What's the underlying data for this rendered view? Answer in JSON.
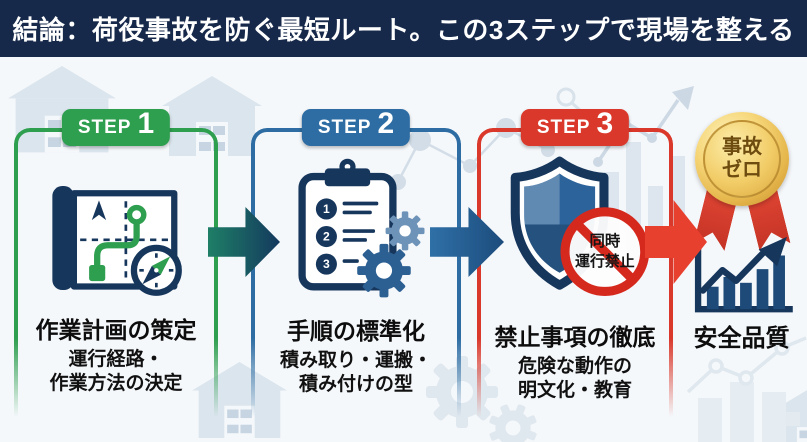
{
  "header": {
    "title": "結論：荷役事故を防ぐ最短ルート。この3ステップで現場を整える"
  },
  "steps": [
    {
      "badge_label": "STEP",
      "badge_number": "1",
      "title": "作業計画の策定",
      "subtitle_line1": "運行経路・",
      "subtitle_line2": "作業方法の決定",
      "accent_color": "#2e9e4f",
      "icon": "route-map-compass-icon"
    },
    {
      "badge_label": "STEP",
      "badge_number": "2",
      "title": "手順の標準化",
      "subtitle_line1": "積み取り・運搬・",
      "subtitle_line2": "積み付けの型",
      "accent_color": "#2d6da3",
      "icon": "checklist-gears-icon",
      "checklist_numbers": [
        "1",
        "2",
        "3"
      ]
    },
    {
      "badge_label": "STEP",
      "badge_number": "3",
      "title": "禁止事項の徹底",
      "subtitle_line1": "危険な動作の",
      "subtitle_line2": "明文化・教育",
      "accent_color": "#d9382b",
      "icon": "shield-prohibition-icon",
      "prohibition_sign": {
        "line1": "同時",
        "line2": "運行禁止"
      }
    }
  ],
  "outcome": {
    "medal_line1": "事故",
    "medal_line2": "ゼロ",
    "label": "安全品質"
  },
  "colors": {
    "header_bg": "#17294a",
    "step1_green": "#2e9e4f",
    "step2_blue": "#2d6da3",
    "step3_red": "#d9382b",
    "arrow1_gradient": [
      "#1e7f66",
      "#14395e"
    ],
    "arrow2_gradient": [
      "#2f70a7",
      "#1c4c7c"
    ],
    "arrow3_red": "#e8402f",
    "icon_navy": "#16365c",
    "medal_gold": "#f2cd68",
    "ribbon_red": "#d63a2c",
    "background": "#f5f8fb",
    "decoration_light_blue": "#dde6ee"
  }
}
